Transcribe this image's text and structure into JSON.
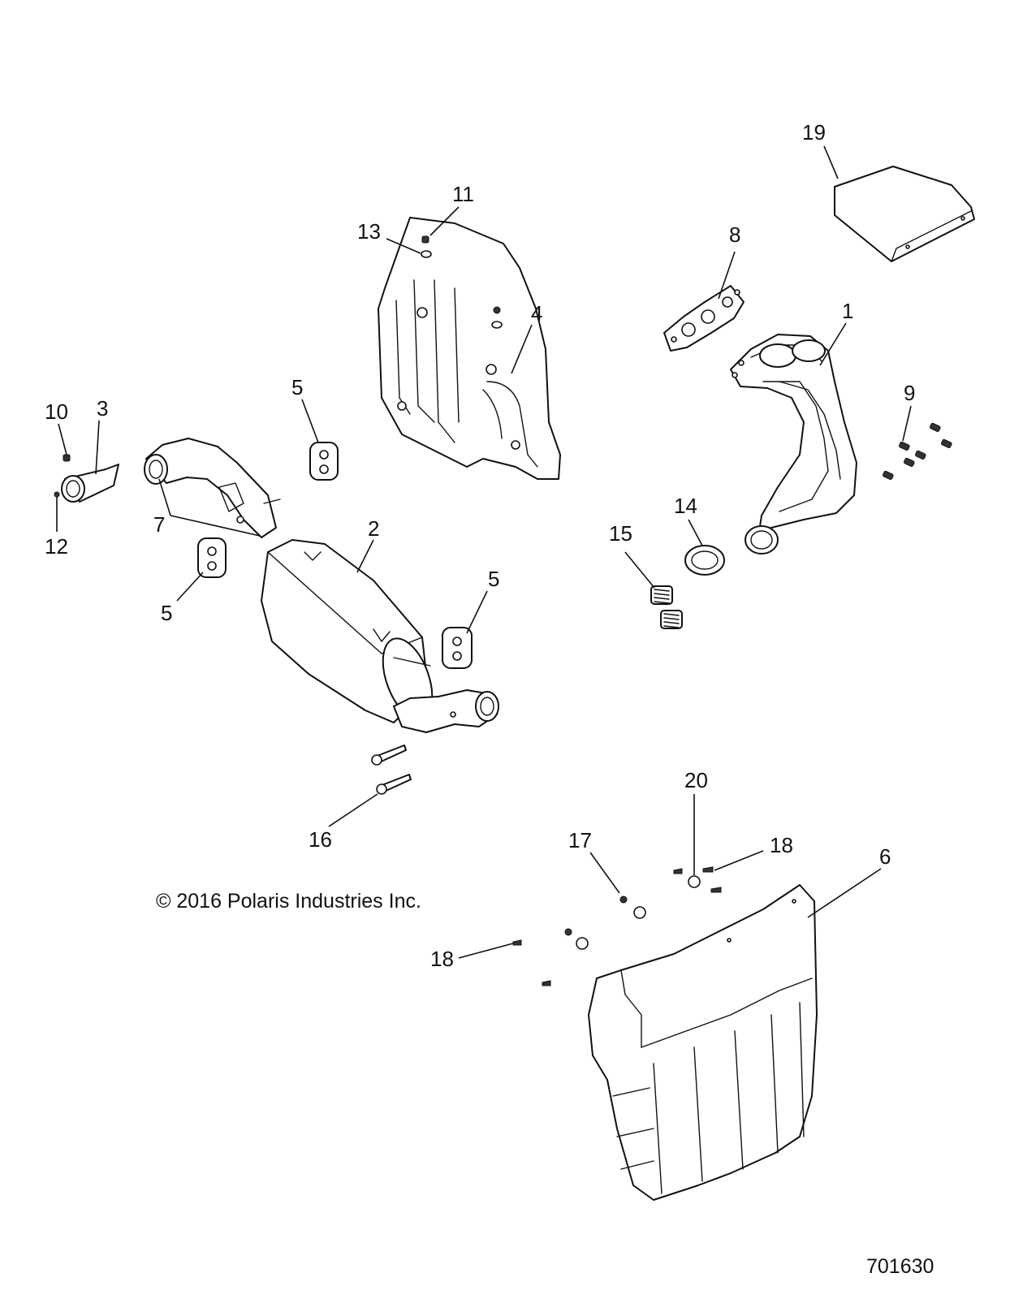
{
  "callouts": [
    {
      "id": "c19",
      "text": "19"
    },
    {
      "id": "c11",
      "text": "11"
    },
    {
      "id": "c13",
      "text": "13"
    },
    {
      "id": "c8",
      "text": "8"
    },
    {
      "id": "c4",
      "text": "4"
    },
    {
      "id": "c1",
      "text": "1"
    },
    {
      "id": "c10",
      "text": "10"
    },
    {
      "id": "c3",
      "text": "3"
    },
    {
      "id": "c5a",
      "text": "5"
    },
    {
      "id": "c9",
      "text": "9"
    },
    {
      "id": "c7",
      "text": "7"
    },
    {
      "id": "c12",
      "text": "12"
    },
    {
      "id": "c2",
      "text": "2"
    },
    {
      "id": "c14",
      "text": "14"
    },
    {
      "id": "c15",
      "text": "15"
    },
    {
      "id": "c5b",
      "text": "5"
    },
    {
      "id": "c5c",
      "text": "5"
    },
    {
      "id": "c20",
      "text": "20"
    },
    {
      "id": "c16",
      "text": "16"
    },
    {
      "id": "c17",
      "text": "17"
    },
    {
      "id": "c18a",
      "text": "18"
    },
    {
      "id": "c6",
      "text": "6"
    },
    {
      "id": "c18b",
      "text": "18"
    }
  ],
  "copyright": "© 2016 Polaris Industries Inc.",
  "drawing_number": "701630"
}
